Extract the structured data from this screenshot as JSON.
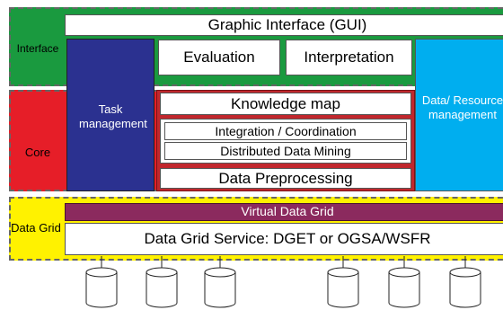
{
  "layers": {
    "interface": {
      "label": "Interface",
      "color": "#1a9a3f"
    },
    "core": {
      "label": "Core",
      "color": "#e61e28"
    },
    "data_grid": {
      "label": "Data Grid",
      "color": "#fff200"
    }
  },
  "gui": {
    "label": "Graphic Interface (GUI)"
  },
  "evaluation": {
    "label": "Evaluation"
  },
  "interpretation": {
    "label": "Interpretation"
  },
  "task_management": {
    "label": "Task management",
    "color": "#2b3190"
  },
  "data_resource_management": {
    "label": "Data/ Resource management",
    "color": "#00aeef"
  },
  "kdd_block": {
    "color": "#c1272d",
    "knowledge_map": "Knowledge map",
    "integration": "Integration / Coordination",
    "ddm": "Distributed Data Mining",
    "preprocessing": "Data Preprocessing"
  },
  "virtual_data_grid": {
    "label": "Virtual Data Grid",
    "color": "#8b2a5e"
  },
  "data_grid_service": {
    "label": "Data Grid Service: DGET or OGSA/WSFR"
  },
  "databases": {
    "count": 6
  }
}
